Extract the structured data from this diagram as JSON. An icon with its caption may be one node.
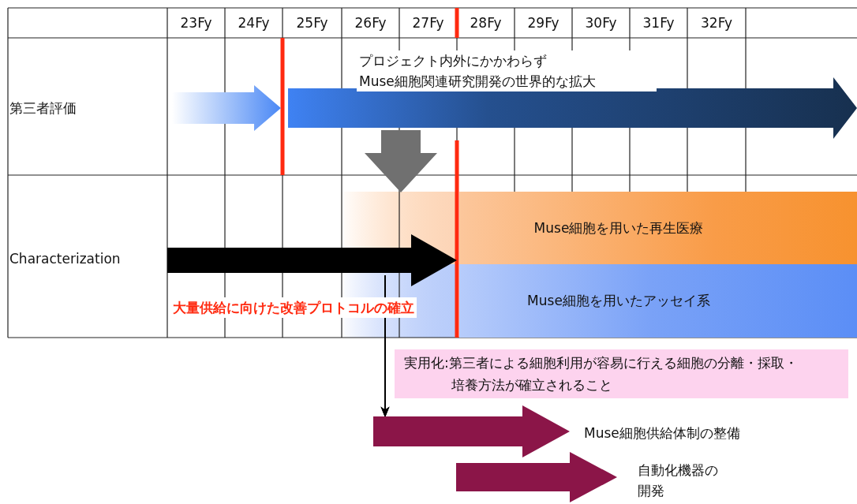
{
  "diagram": {
    "nodes": [
      {
        "text": [
          "第三者評価"
        ]
      },
      {
        "text": [],
        "shape": "arrow"
      },
      {
        "text": [],
        "shape": "arrow",
        "beside": [
          "プロジェクト内外にかかわらずMuse細胞関連研究開発の世界的な拡大"
        ]
      },
      {
        "text": [
          "Characterization"
        ]
      },
      {
        "text": [
          "Muse細胞を用いた再生医療"
        ]
      },
      {
        "text": [
          "Muse細胞を用いたアッセイ系"
        ]
      },
      {
        "text": [],
        "shape": "arrow",
        "beside": [
          "大量供給に向けた改善プロトコルの確立"
        ]
      },
      {
        "text": [
          "実用化:第三者による細胞利用が容易に行える細胞の分離・採取・培養方法が確立されること"
        ]
      },
      {
        "text": [],
        "shape": "arrow",
        "beside": [
          "Muse細胞供給体制の整備"
        ]
      },
      {
        "text": [],
        "shape": "arrow",
        "beside": [
          "自動化機器の開発"
        ]
      }
    ],
    "edges": [
      {
        "from": 2,
        "to": null,
        "arrow": "to",
        "style": "thick",
        "color": "#707070"
      },
      {
        "from": 6,
        "to": 8,
        "arrow": "to"
      }
    ],
    "labels": [
      "23Fy",
      "24Fy",
      "25Fy",
      "26Fy",
      "27Fy",
      "28Fy",
      "29Fy",
      "30Fy",
      "31Fy",
      "32Fy"
    ]
  }
}
